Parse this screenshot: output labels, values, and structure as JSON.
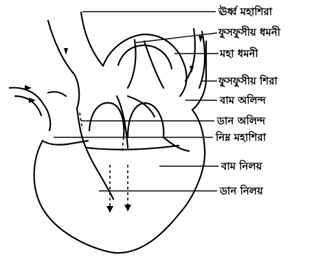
{
  "diagram": {
    "title": "",
    "labels": {
      "superior_vena_cava": "ঊর্ধ্ব মহাশিরা",
      "pulmonary_artery": "ফুসফুসীয় ধমনী",
      "aorta": "মহা ধমনী",
      "pulmonary_vein": "ফুসফুসীয় শিরা",
      "left_atrium": "বাম অলিন্দ",
      "right_atrium": "ডান অলিন্দ",
      "inferior_vena_cava": "নিম্ন মহাশিরা",
      "left_ventricle": "বাম নিলয়",
      "right_ventricle": "ডান নিলয়"
    }
  }
}
